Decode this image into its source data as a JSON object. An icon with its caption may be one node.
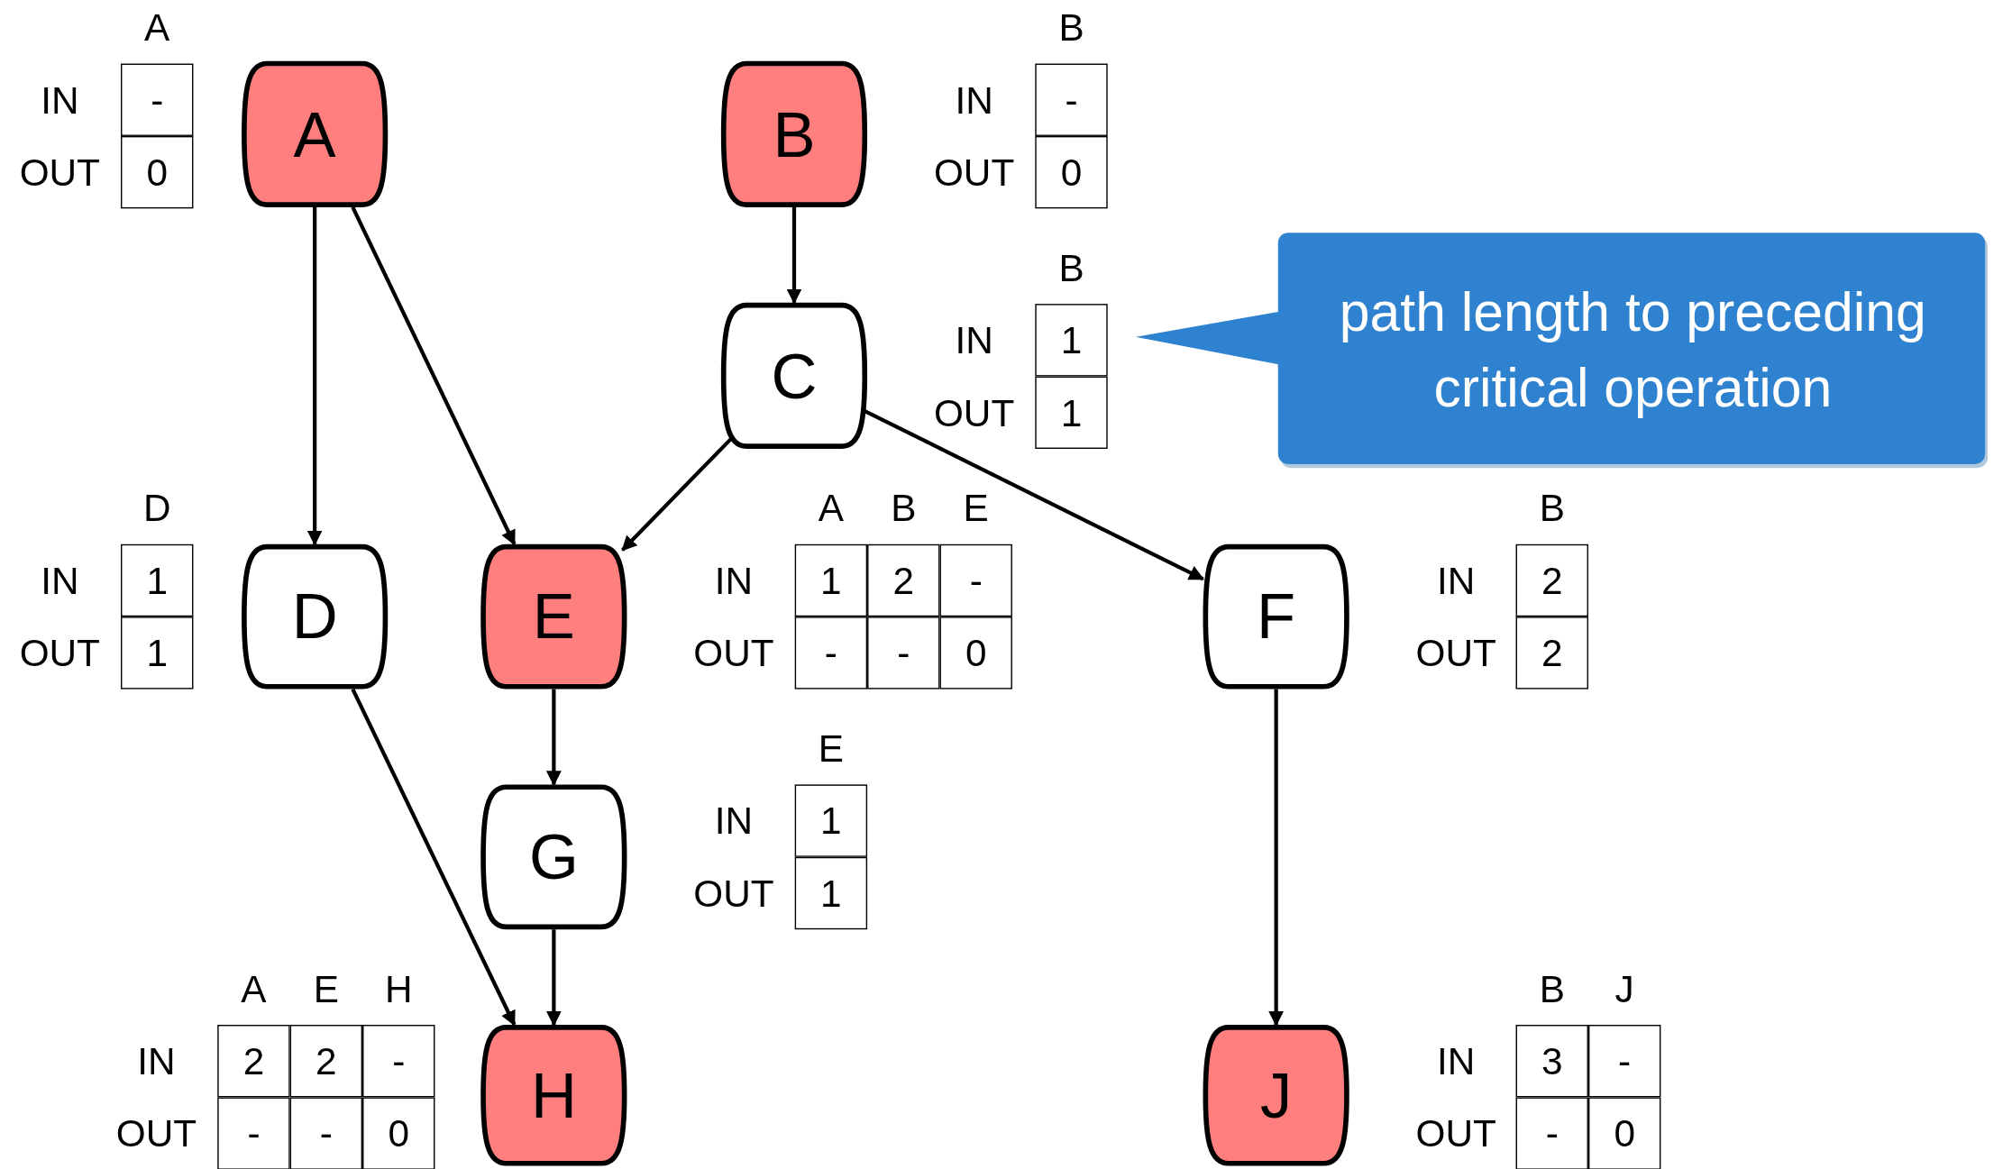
{
  "diagram": {
    "nodes": [
      {
        "text": [
          "A"
        ]
      },
      {
        "text": [
          "B"
        ]
      },
      {
        "text": [
          "C"
        ]
      },
      {
        "text": [
          "D"
        ]
      },
      {
        "text": [
          "E"
        ]
      },
      {
        "text": [
          "F"
        ]
      },
      {
        "text": [
          "G"
        ]
      },
      {
        "text": [
          "H"
        ]
      },
      {
        "text": [
          "J"
        ]
      },
      {
        "text": [
          "path length to preceding critical operation"
        ]
      }
    ],
    "edges": [
      {
        "from": 0,
        "to": 3,
        "arrow": "to"
      },
      {
        "from": 0,
        "to": 4,
        "arrow": "to"
      },
      {
        "from": 1,
        "to": 2,
        "arrow": "to"
      },
      {
        "from": 2,
        "to": 4,
        "arrow": "to"
      },
      {
        "from": 2,
        "to": 5,
        "arrow": "to"
      },
      {
        "from": 3,
        "to": 7,
        "arrow": "to"
      },
      {
        "from": 4,
        "to": 6,
        "arrow": "to"
      },
      {
        "from": 6,
        "to": 7,
        "arrow": "to"
      },
      {
        "from": 5,
        "to": 8,
        "arrow": "to"
      }
    ],
    "labels": [
      "A",
      "IN",
      "-",
      "OUT",
      "0",
      "B",
      "IN",
      "-",
      "OUT",
      "0",
      "B",
      "IN",
      "1",
      "OUT",
      "1",
      "D",
      "IN",
      "1",
      "OUT",
      "1",
      "A",
      "B",
      "E",
      "IN",
      "1",
      "2",
      "-",
      "OUT",
      "-",
      "-",
      "0",
      "B",
      "IN",
      "2",
      "OUT",
      "2",
      "E",
      "IN",
      "1",
      "OUT",
      "1",
      "A",
      "E",
      "H",
      "IN",
      "2",
      "2",
      "-",
      "OUT",
      "-",
      "-",
      "0",
      "B",
      "J",
      "IN",
      "3",
      "-",
      "OUT",
      "-",
      "0"
    ]
  }
}
